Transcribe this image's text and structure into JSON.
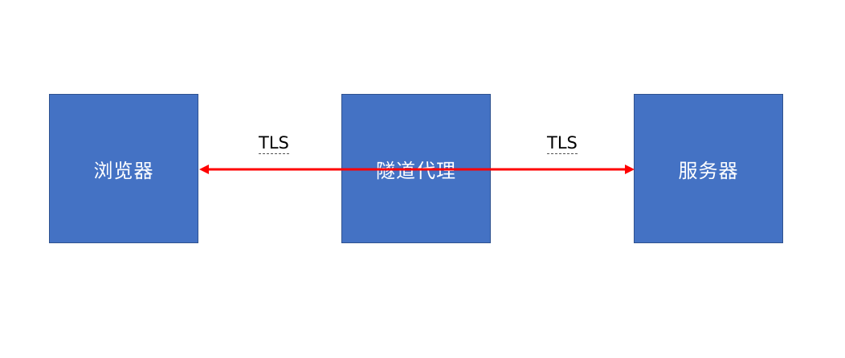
{
  "nodes": {
    "browser": {
      "label": "浏览器"
    },
    "proxy": {
      "label": "隧道代理"
    },
    "server": {
      "label": "服务器"
    }
  },
  "edges": {
    "left": {
      "label": "TLS"
    },
    "right": {
      "label": "TLS"
    }
  },
  "colors": {
    "node_fill": "#4472c4",
    "node_border": "#2f528f",
    "arrow": "#ff0000",
    "node_text": "#ffffff"
  }
}
